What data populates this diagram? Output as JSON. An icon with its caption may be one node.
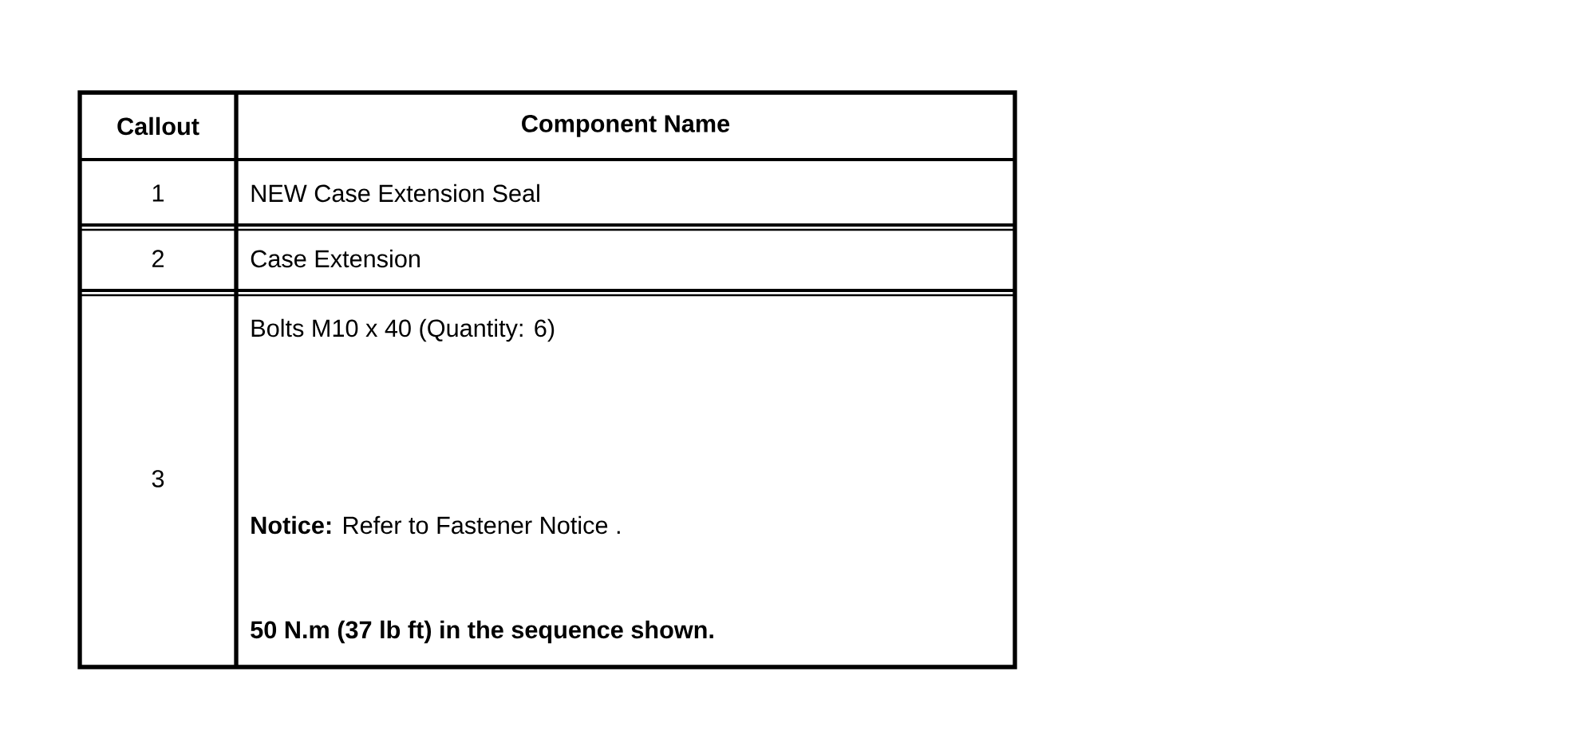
{
  "diagram": {
    "labels": [
      "Callout",
      "Component Name",
      "1",
      "NEW Case Extension Seal",
      "2",
      "Case Extension",
      "3",
      "Bolts M10 x 40 (Quantity: 6)",
      "**Notice:** Refer to Fastener Notice .",
      "50 N.m (37 lb ft) in the sequence shown."
    ]
  }
}
